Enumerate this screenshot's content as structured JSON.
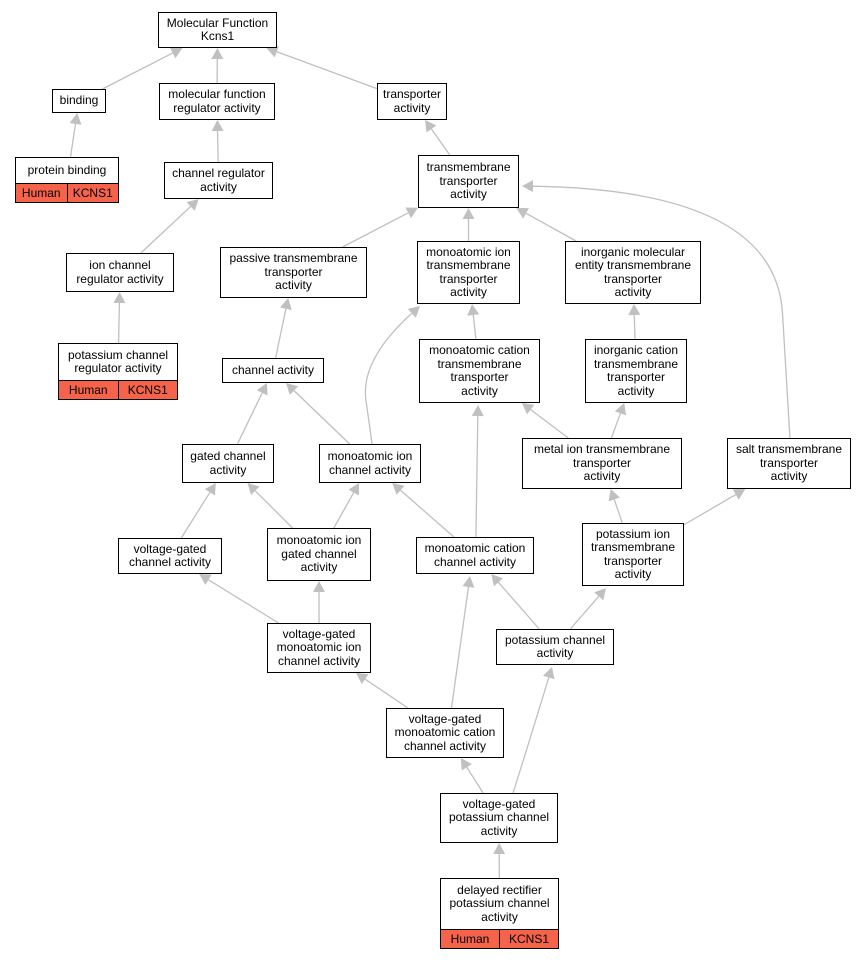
{
  "graph": {
    "edge_color": "#c0c0c0",
    "annotation_color": "#f4634a",
    "nodes": [
      {
        "id": "mf",
        "label": "Molecular Function\nKcns1"
      },
      {
        "id": "bind",
        "label": "binding"
      },
      {
        "id": "mfra",
        "label": "molecular function\nregulator activity"
      },
      {
        "id": "tact",
        "label": "transporter\nactivity"
      },
      {
        "id": "pbind",
        "label": "protein binding",
        "annotation": [
          "Human",
          "KCNS1"
        ]
      },
      {
        "id": "chra",
        "label": "channel regulator\nactivity"
      },
      {
        "id": "tmta",
        "label": "transmembrane\ntransporter\nactivity"
      },
      {
        "id": "ptmt",
        "label": "passive transmembrane\ntransporter\nactivity"
      },
      {
        "id": "mitt",
        "label": "monoatomic ion\ntransmembrane\ntransporter\nactivity"
      },
      {
        "id": "imet",
        "label": "inorganic molecular\nentity transmembrane\ntransporter\nactivity"
      },
      {
        "id": "icra",
        "label": "ion channel\nregulator activity"
      },
      {
        "id": "kcra",
        "label": "potassium channel\nregulator activity",
        "annotation": [
          "Human",
          "KCNS1"
        ]
      },
      {
        "id": "chac",
        "label": "channel activity"
      },
      {
        "id": "mctt",
        "label": "monoatomic cation\ntransmembrane\ntransporter\nactivity"
      },
      {
        "id": "ictt",
        "label": "inorganic cation\ntransmembrane\ntransporter\nactivity"
      },
      {
        "id": "gcha",
        "label": "gated channel\nactivity"
      },
      {
        "id": "mica",
        "label": "monoatomic ion\nchannel activity"
      },
      {
        "id": "metl",
        "label": "metal ion transmembrane\ntransporter\nactivity"
      },
      {
        "id": "salt",
        "label": "salt transmembrane\ntransporter\nactivity"
      },
      {
        "id": "vgch",
        "label": "voltage-gated\nchannel activity"
      },
      {
        "id": "migc",
        "label": "monoatomic ion\ngated channel\nactivity"
      },
      {
        "id": "mcca",
        "label": "monoatomic cation\nchannel activity"
      },
      {
        "id": "kitt",
        "label": "potassium ion\ntransmembrane\ntransporter\nactivity"
      },
      {
        "id": "vgmi",
        "label": "voltage-gated\nmonoatomic ion\nchannel activity"
      },
      {
        "id": "kcha",
        "label": "potassium channel\nactivity"
      },
      {
        "id": "vgmc",
        "label": "voltage-gated\nmonoatomic cation\nchannel activity"
      },
      {
        "id": "vgkc",
        "label": "voltage-gated\npotassium channel\nactivity"
      },
      {
        "id": "drkc",
        "label": "delayed rectifier\npotassium channel\nactivity",
        "annotation": [
          "Human",
          "KCNS1"
        ]
      }
    ],
    "edges": [
      [
        "bind",
        "mf"
      ],
      [
        "mfra",
        "mf"
      ],
      [
        "tact",
        "mf"
      ],
      [
        "pbind",
        "bind"
      ],
      [
        "chra",
        "mfra"
      ],
      [
        "tmta",
        "tact"
      ],
      [
        "icra",
        "chra"
      ],
      [
        "kcra",
        "icra"
      ],
      [
        "ptmt",
        "tmta"
      ],
      [
        "mitt",
        "tmta"
      ],
      [
        "imet",
        "tmta"
      ],
      [
        "salt",
        "tmta"
      ],
      [
        "chac",
        "ptmt"
      ],
      [
        "mctt",
        "mitt"
      ],
      [
        "mica",
        "mitt"
      ],
      [
        "ictt",
        "imet"
      ],
      [
        "metl",
        "mctt"
      ],
      [
        "metl",
        "ictt"
      ],
      [
        "gcha",
        "chac"
      ],
      [
        "mica",
        "chac"
      ],
      [
        "vgch",
        "gcha"
      ],
      [
        "migc",
        "gcha"
      ],
      [
        "migc",
        "mica"
      ],
      [
        "mcca",
        "mica"
      ],
      [
        "mcca",
        "mctt"
      ],
      [
        "kitt",
        "metl"
      ],
      [
        "kitt",
        "salt"
      ],
      [
        "vgmi",
        "vgch"
      ],
      [
        "vgmi",
        "migc"
      ],
      [
        "kcha",
        "mcca"
      ],
      [
        "kcha",
        "kitt"
      ],
      [
        "vgmc",
        "vgmi"
      ],
      [
        "vgmc",
        "mcca"
      ],
      [
        "vgkc",
        "vgmc"
      ],
      [
        "vgkc",
        "kcha"
      ],
      [
        "drkc",
        "vgkc"
      ]
    ]
  }
}
